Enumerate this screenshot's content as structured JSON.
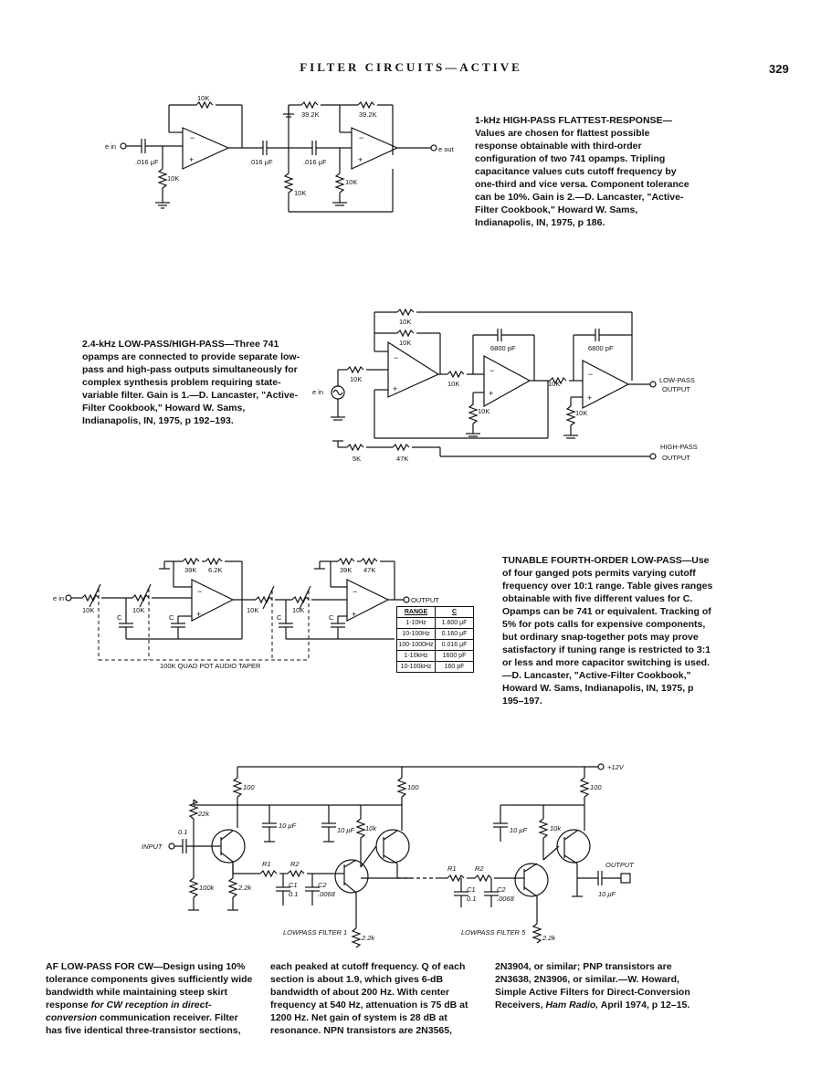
{
  "header": {
    "title": "FILTER CIRCUITS—ACTIVE",
    "page_number": "329"
  },
  "circuit1": {
    "caption_title": "1-kHz HIGH-PASS FLATTEST-RESPONSE—",
    "caption_body": "Values are chosen for flattest possible response obtainable with third-order configuration of two 741 opamps. Tripling capacitance values cuts cutoff frequency by one-third and vice versa. Component tolerance can be 10%. Gain is 2.—D. Lancaster, \"Active-Filter Cookbook,\" Howard W. Sams, Indianapolis, IN, 1975, p 186.",
    "labels": {
      "ein": "e in",
      "eout": "e out",
      "r1": "10K",
      "r2": "10K",
      "r3": "39.2K",
      "r4": "39.2K",
      "r5": "10K",
      "r6": "10K",
      "c1": ".016 μF",
      "c2": ".016 μF",
      "c3": ".016 μF"
    }
  },
  "circuit2": {
    "caption_title": "2.4-kHz LOW-PASS/HIGH-PASS—",
    "caption_body": "Three 741 opamps are connected to provide separate low-pass and high-pass outputs simultaneously for complex synthesis problem requiring state-variable filter. Gain is 1.—D. Lancaster, \"Active-Filter Cookbook,\" Howard W. Sams, Indianapolis, IN, 1975, p 192–193.",
    "labels": {
      "ein": "e in",
      "r_top": "10K",
      "r_fb": "10K",
      "r_in": "10K",
      "r_a": "10K",
      "r_b": "10K",
      "r_c": "10K",
      "r_d": "10K",
      "r_5k": "5K",
      "r_47k": "47K",
      "c1": "6800 pF",
      "c2": "6800 pF",
      "lp_out": "LOW-PASS",
      "lp_out2": "OUTPUT",
      "hp_out": "HIGH-PASS",
      "hp_out2": "OUTPUT"
    }
  },
  "circuit3": {
    "caption_title": "TUNABLE FOURTH-ORDER LOW-PASS—",
    "caption_body": "Use of four ganged pots permits varying cutoff frequency over 10:1 range. Table gives ranges obtainable with five different values for C. Opamps can be 741 or equivalent. Tracking of 5% for pots calls for expensive components, but ordinary snap-together pots may prove satisfactory if tuning range is restricted to 3:1 or less and more capacitor switching is used.—D. Lancaster, \"Active-Filter Cookbook,\" Howard W. Sams, Indianapolis, IN, 1975, p 195–197.",
    "labels": {
      "ein": "e in",
      "r39a": "39K",
      "r62": "6.2K",
      "r39b": "39K",
      "r47": "47K",
      "p1": "10K",
      "p2": "10K",
      "p3": "10K",
      "p4": "10K",
      "c": "C",
      "output": "OUTPUT",
      "pot_note": "100K QUAD POT AUDIO TAPER"
    },
    "table": {
      "headers": [
        "RANGE",
        "C"
      ],
      "rows": [
        [
          "1-10Hz",
          "1.600 μF"
        ],
        [
          "10-100Hz",
          "0.160 μF"
        ],
        [
          "100-1000Hz",
          "0.016 μF"
        ],
        [
          "1-10kHz",
          "1600 pF"
        ],
        [
          "10-100kHz",
          "160 pF"
        ]
      ]
    }
  },
  "circuit4": {
    "caption_title": "AF LOW-PASS FOR CW—",
    "caption_body_1": "Design using 10% tolerance components gives sufficiently wide bandwidth while maintaining steep skirt response ",
    "caption_italic": "for CW reception in direct-conversion",
    "caption_body_2": " communication receiver. Filter has five identical three-transistor sections, each peaked at cutoff frequency. Q of each section is about 1.9, which gives 6-dB bandwidth of about 200 Hz. With center frequency at 540 Hz, attenuation is 75 dB at 1200 Hz. Net gain of system is 28 dB at resonance. NPN transistors are 2N3565, 2N3904, or similar; PNP transistors are 2N3638, 2N3906, or similar.—W. Howard, Simple Active Filters for Direct-Conversion Receivers, ",
    "caption_journal": "Ham Radio,",
    "caption_end": " April 1974, p 12–15.",
    "labels": {
      "vcc": "+12V",
      "r100a": "100",
      "r100b": "100",
      "r100c": "100",
      "r22k": "22k",
      "r100k": "100k",
      "r2_2k": "2.2k",
      "c01": "0.1",
      "input": "INPUT",
      "c10a": "10 μF",
      "c10b": "10 μF",
      "c10c": "10 μF",
      "c10d": "10 μF",
      "r10ka": "10k",
      "r10kb": "10k",
      "R1a": "R1",
      "R2a": "R2",
      "R1b": "R1",
      "R2b": "R2",
      "C1a": "C1",
      "C1av": "0.1",
      "C2a": "C2",
      "C2av": ".0068",
      "C1b": "C1",
      "C1bv": "0.1",
      "C2b": "C2",
      "C2bv": ".0068",
      "filt1": "LOWPASS FILTER 1",
      "filt5": "LOWPASS FILTER 5",
      "r22a": "2.2k",
      "r22b": "2.2k",
      "output": "OUTPUT"
    }
  }
}
